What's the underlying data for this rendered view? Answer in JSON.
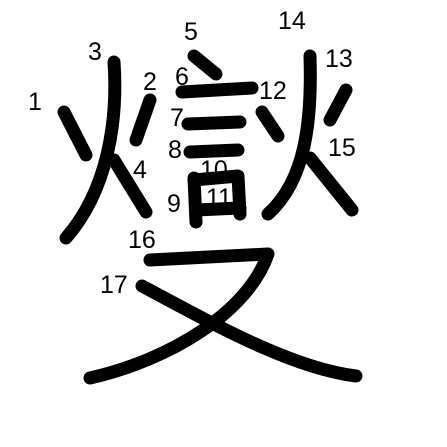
{
  "glyph": {
    "stroke_color": "#000000",
    "background": "#ffffff",
    "stroke_numbers": [
      "1",
      "2",
      "3",
      "4",
      "5",
      "6",
      "7",
      "8",
      "9",
      "10",
      "11",
      "12",
      "13",
      "14",
      "15",
      "16",
      "17"
    ]
  }
}
